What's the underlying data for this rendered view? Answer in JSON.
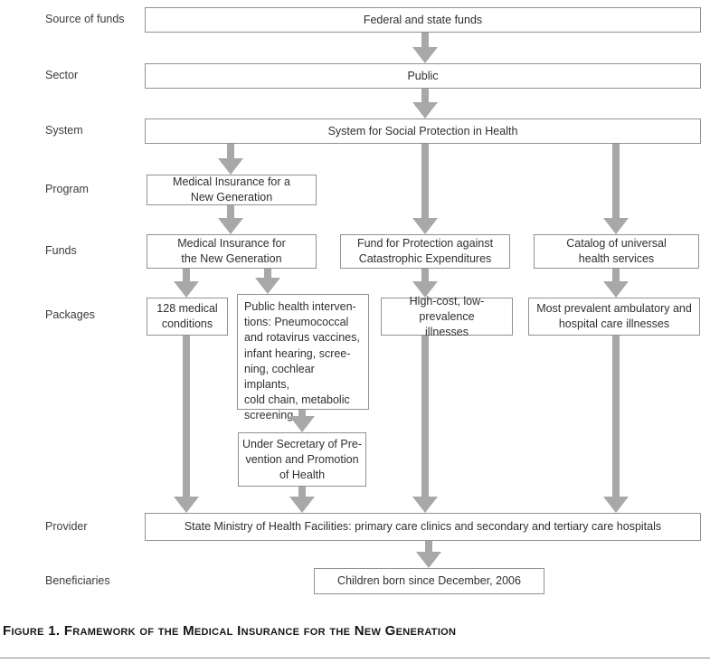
{
  "colors": {
    "arrow": "#a8a8a8",
    "box_border": "#919191",
    "box_text": "#2f2f2f",
    "label_text": "#3c3c3c",
    "caption_text": "#161616",
    "rule": "#8c8c8c"
  },
  "row_labels": {
    "source_of_funds": "Source of funds",
    "sector": "Sector",
    "system": "System",
    "program": "Program",
    "funds": "Funds",
    "packages": "Packages",
    "provider": "Provider",
    "beneficiaries": "Beneficiaries"
  },
  "boxes": {
    "federal_state_funds": "Federal and state funds",
    "public": "Public",
    "system_social_protection": "System for Social Protection in Health",
    "program_medical_insurance": "Medical Insurance for a\nNew Generation",
    "fund_medical_insurance": "Medical Insurance for\nthe New Generation",
    "fund_catastrophic": "Fund for Protection against\nCatastrophic Expenditures",
    "fund_catalog": "Catalog of universal\nhealth services",
    "package_128_conditions": "128 medical\nconditions",
    "package_public_health": "Public health interven-\ntions: Pneumococcal\nand rotavirus vaccines,\ninfant hearing, scree-\nning, cochlear implants,\ncold chain, metabolic\nscreening",
    "package_high_cost": "High-cost, low-prevalence\nillnesses",
    "package_most_prevalent": "Most prevalent ambulatory and\nhospital care illnesses",
    "under_secretary": "Under Secretary of Pre-\nvention and Promotion\nof Health",
    "provider_facilities": "State Ministry of Health Facilities: primary care clinics and secondary and tertiary care hospitals",
    "beneficiaries_children": "Children born since December, 2006"
  },
  "caption": "Figure 1. Framework of the Medical Insurance for the New Generation"
}
